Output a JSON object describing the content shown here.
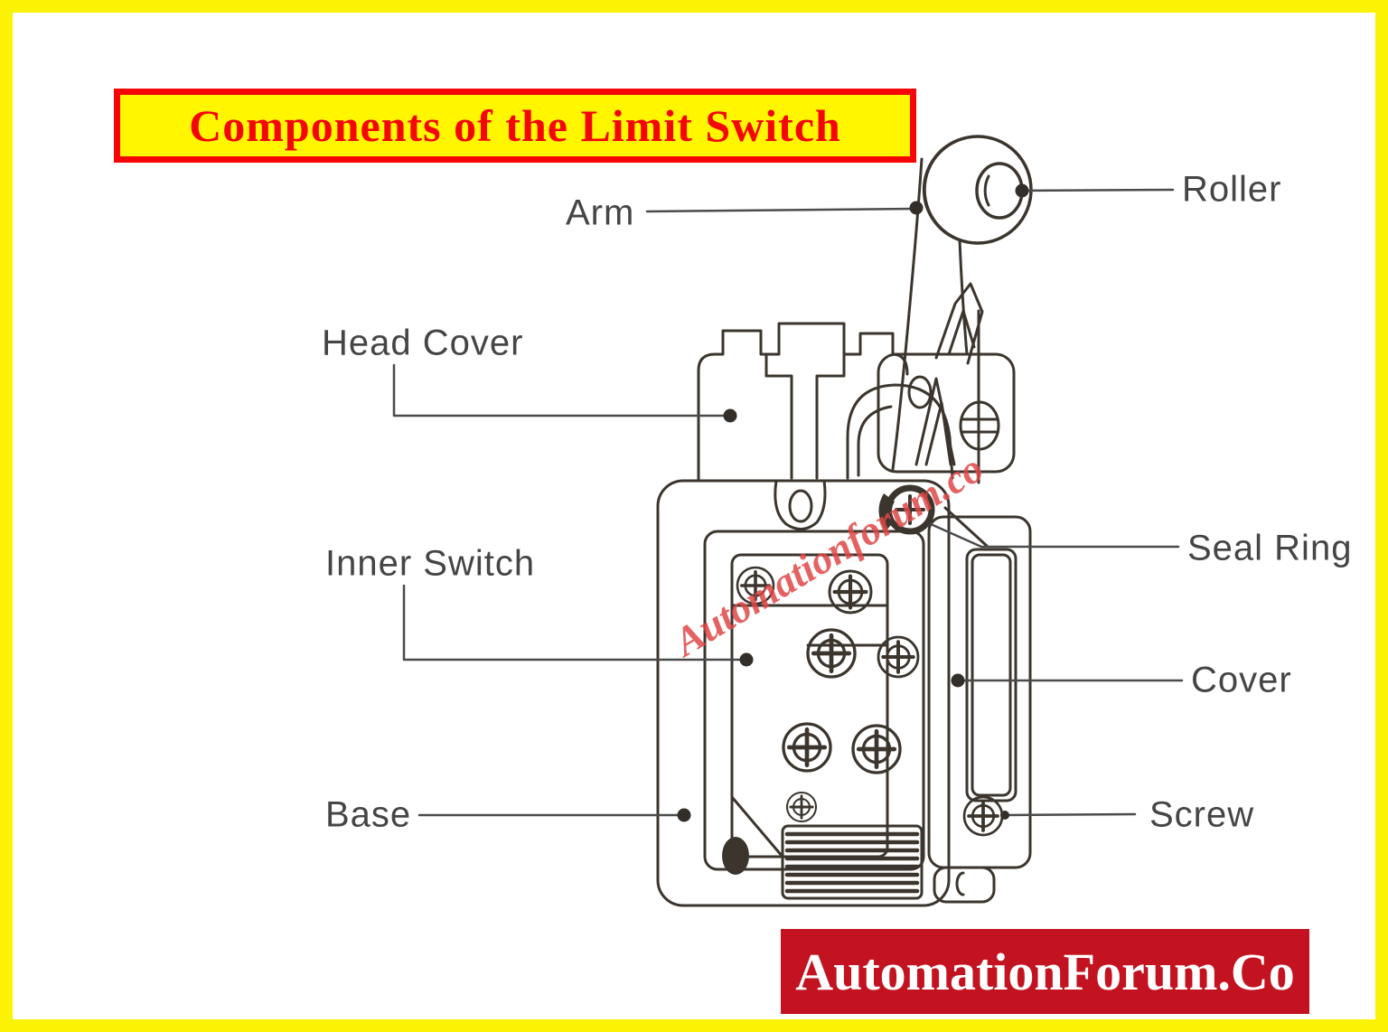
{
  "frame": {
    "border_color": "#FBF303",
    "background_color": "#FFFFFF"
  },
  "title": {
    "text": "Components of the Limit Switch",
    "text_color": "#F50505",
    "border_color": "#F50505",
    "background_color": "#FFF600"
  },
  "diagram": {
    "subject": "Limit Switch technical line drawing",
    "line_color": "#3B352E",
    "leader_line_color": "#4B4B4B",
    "label_color": "#454545",
    "labels": [
      {
        "id": "arm",
        "text": "Arm"
      },
      {
        "id": "roller",
        "text": "Roller"
      },
      {
        "id": "head-cover",
        "text": "Head Cover"
      },
      {
        "id": "inner-switch",
        "text": "Inner Switch"
      },
      {
        "id": "seal-ring",
        "text": "Seal Ring"
      },
      {
        "id": "cover",
        "text": "Cover"
      },
      {
        "id": "base",
        "text": "Base"
      },
      {
        "id": "screw",
        "text": "Screw"
      }
    ]
  },
  "watermark": {
    "text": "Automationforum.co",
    "color": "#E14646"
  },
  "logo": {
    "text": "AutomationForum.Co",
    "background_color": "#C31320",
    "text_color": "#FFFFFF"
  }
}
